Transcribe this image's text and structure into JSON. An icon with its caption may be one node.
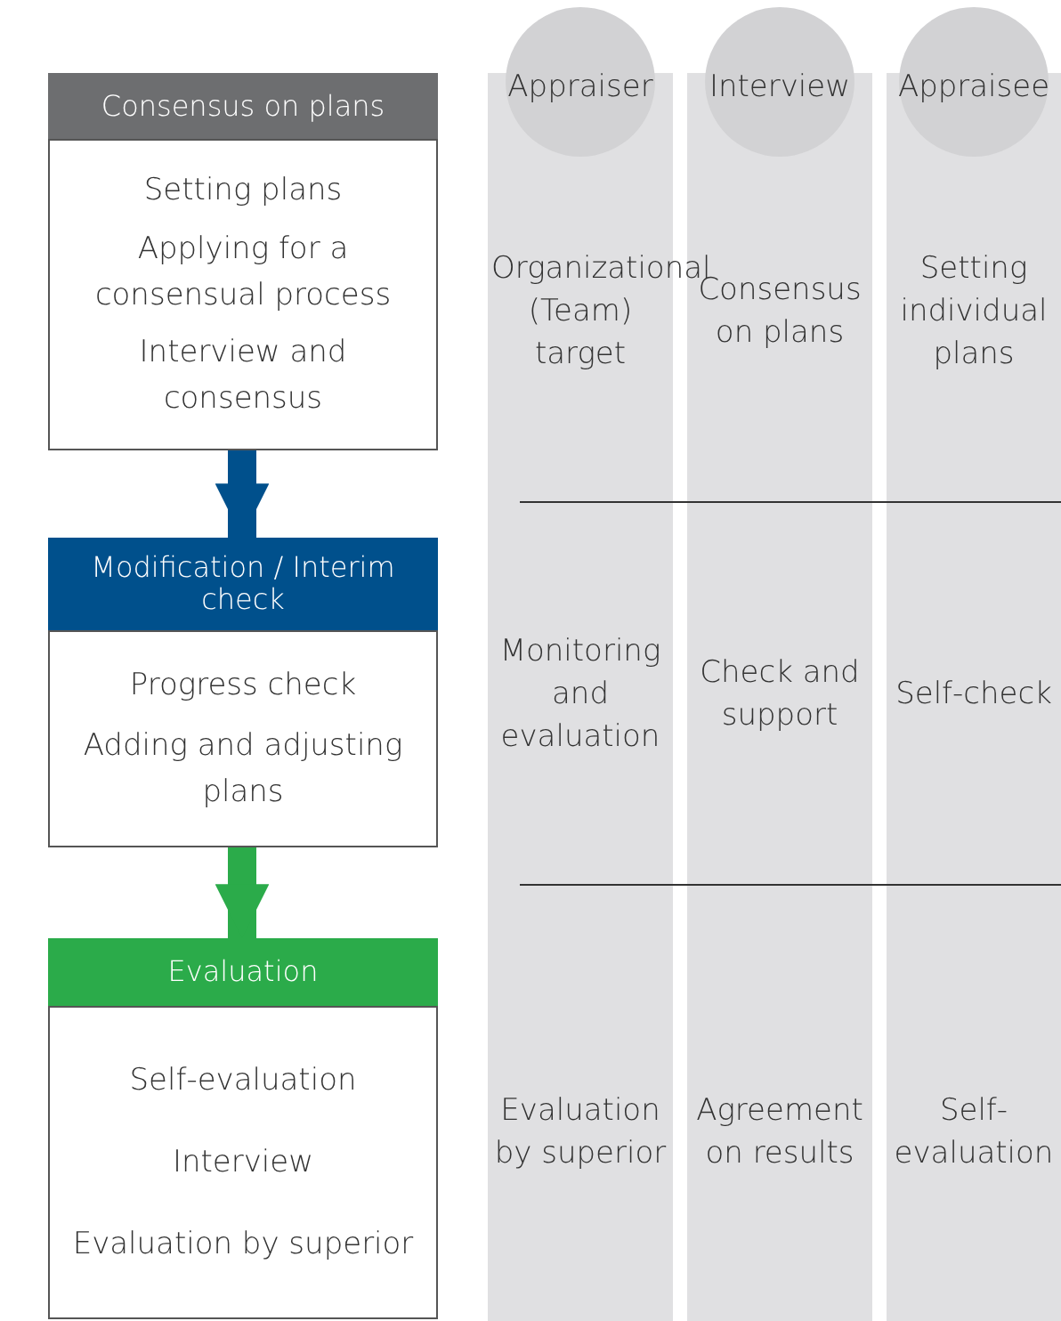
{
  "diagram": {
    "nodes": [
      {
        "text": [
          "Consensus on plans",
          "Setting plans",
          "Applying for a consensual process",
          "Interview and consensus"
        ]
      },
      {
        "text": [
          "Modification / Interim check",
          "Progress check",
          "Adding and adjusting plans"
        ]
      },
      {
        "text": [
          "Evaluation",
          "Self-evaluation",
          "Interview",
          "Evaluation by superior"
        ]
      }
    ],
    "edges": [
      {
        "from": 0,
        "to": 1,
        "arrow": "to",
        "color": "#00508c"
      },
      {
        "from": 1,
        "to": 2,
        "arrow": "to",
        "color": "#2bab4a"
      }
    ],
    "labels": [
      "Appraiser",
      "Interview",
      "Appraisee",
      "Organizational (Team) target",
      "Consensus on plans",
      "Setting individual plans",
      "Monitoring and evaluation",
      "Check and support",
      "Self-check",
      "Evaluation by superior",
      "Agreement on results",
      "Self-evaluation"
    ]
  }
}
